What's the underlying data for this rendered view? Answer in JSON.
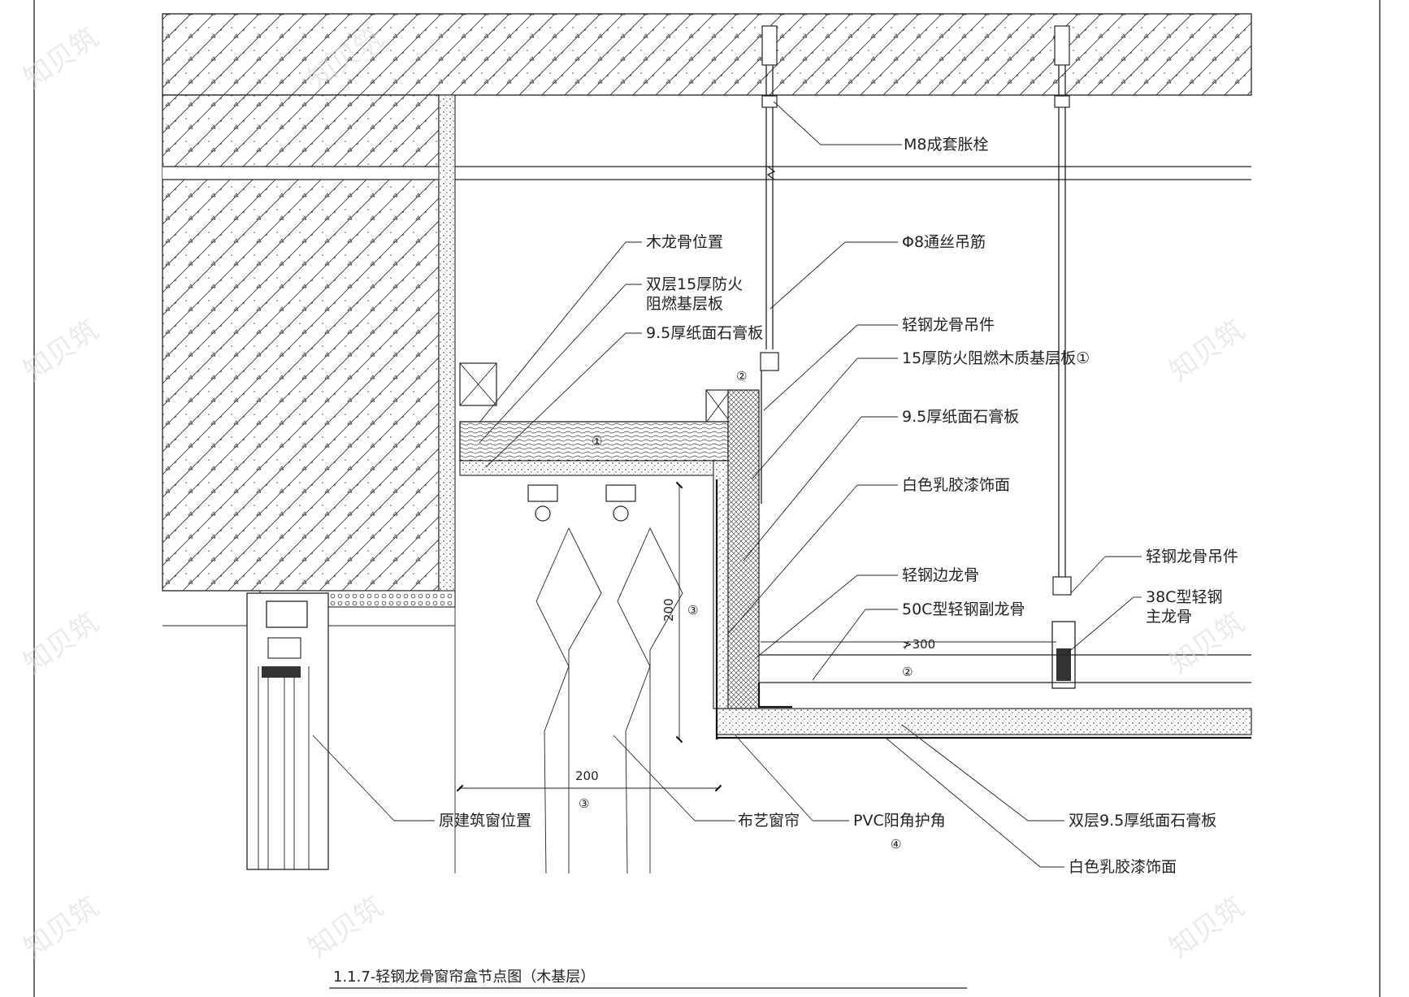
{
  "title": "1.1.7-轻钢龙骨窗帘盒节点图（木基层）",
  "watermark": "知贝筑",
  "labels": {
    "m8_bolt": "M8成套胀栓",
    "wood_keel_position": "木龙骨位置",
    "double_15_board_line1": "双层15厚防火",
    "double_15_board_line2": "阻燃基层板",
    "gypsum_95_a": "9.5厚纸面石膏板",
    "phi8_rod": "Φ8通丝吊筋",
    "steel_hanger_a": "轻钢龙骨吊件",
    "fire_board_15": "15厚防火阻燃木质基层板①",
    "gypsum_95_b": "9.5厚纸面石膏板",
    "white_paint_a": "白色乳胶漆饰面",
    "steel_edge_keel": "轻钢边龙骨",
    "c50_keel": "50C型轻钢副龙骨",
    "steel_hanger_b": "轻钢龙骨吊件",
    "c38_keel_line1": "38C型轻钢",
    "c38_keel_line2": "主龙骨",
    "original_window": "原建筑窗位置",
    "fabric_curtain": "布艺窗帘",
    "pvc_corner": "PVC阳角护角",
    "double_gypsum_95": "双层9.5厚纸面石膏板",
    "white_paint_b": "白色乳胶漆饰面"
  },
  "dimensions": {
    "spacing": "≯300",
    "height_200": "200",
    "width_200": "200"
  },
  "markers": {
    "m1": "①",
    "m2": "②",
    "m3": "③",
    "m4": "④"
  }
}
